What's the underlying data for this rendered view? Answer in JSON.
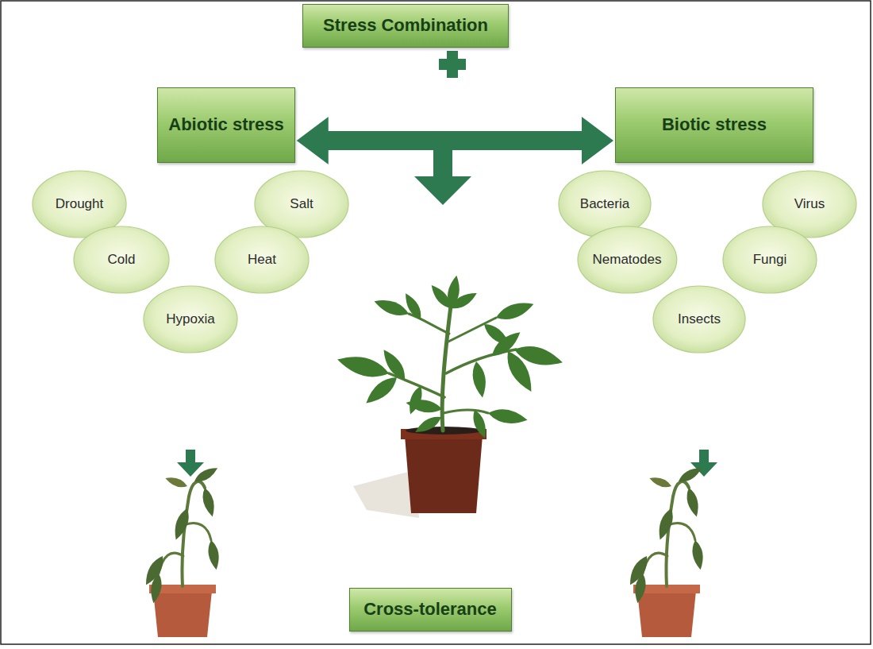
{
  "diagram": {
    "nodes": [
      {
        "text": [
          "Stress Combination"
        ]
      },
      {
        "text": [
          "Abiotic stress"
        ]
      },
      {
        "text": [
          "Biotic stress"
        ]
      },
      {
        "text": [
          "Drought"
        ]
      },
      {
        "text": [
          "Salt"
        ]
      },
      {
        "text": [
          "Cold"
        ]
      },
      {
        "text": [
          "Heat"
        ]
      },
      {
        "text": [
          "Hypoxia"
        ]
      },
      {
        "text": [
          "Bacteria"
        ]
      },
      {
        "text": [
          "Virus"
        ]
      },
      {
        "text": [
          "Nematodes"
        ]
      },
      {
        "text": [
          "Fungi"
        ]
      },
      {
        "text": [
          "Insects"
        ]
      },
      {
        "text": [
          "Cross-tolerance"
        ]
      }
    ],
    "edges": [
      {
        "from": 1,
        "to": 2,
        "arrow": "both"
      }
    ]
  }
}
